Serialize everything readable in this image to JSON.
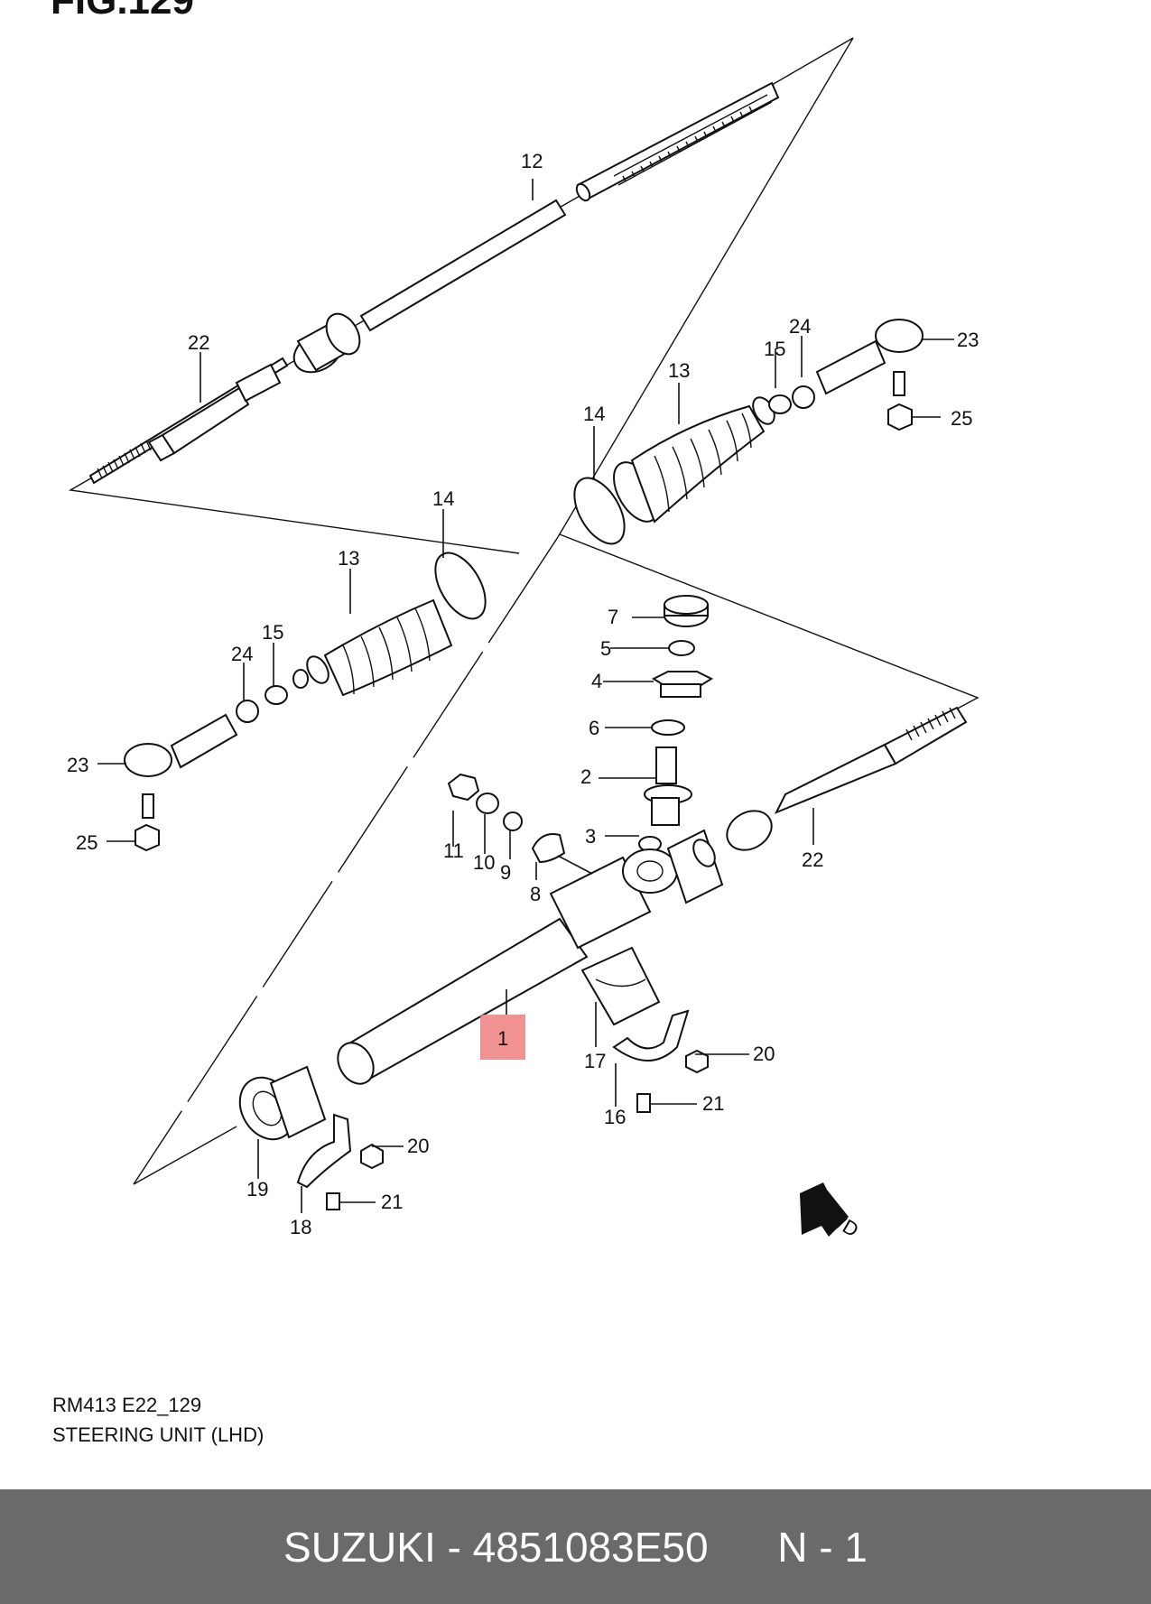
{
  "figure_title": "FIG.129",
  "diagram_code": "RM413 E22_129",
  "diagram_title": "STEERING UNIT (LHD)",
  "footer": {
    "brand": "SUZUKI",
    "separator": " - ",
    "part_number": "4851083E50",
    "position": "N - 1"
  },
  "fwd_label": "FWD",
  "callouts": {
    "c1": "1",
    "c2": "2",
    "c3": "3",
    "c4": "4",
    "c5": "5",
    "c6": "6",
    "c7": "7",
    "c8": "8",
    "c9": "9",
    "c10": "10",
    "c11": "11",
    "c12": "12",
    "c13a": "13",
    "c13b": "13",
    "c14a": "14",
    "c14b": "14",
    "c15a": "15",
    "c15b": "15",
    "c16": "16",
    "c17": "17",
    "c18": "18",
    "c19": "19",
    "c20a": "20",
    "c20b": "20",
    "c21a": "21",
    "c21b": "21",
    "c22a": "22",
    "c22b": "22",
    "c23a": "23",
    "c23b": "23",
    "c24a": "24",
    "c24b": "24",
    "c25a": "25",
    "c25b": "25"
  },
  "highlight_color": "#f08080"
}
